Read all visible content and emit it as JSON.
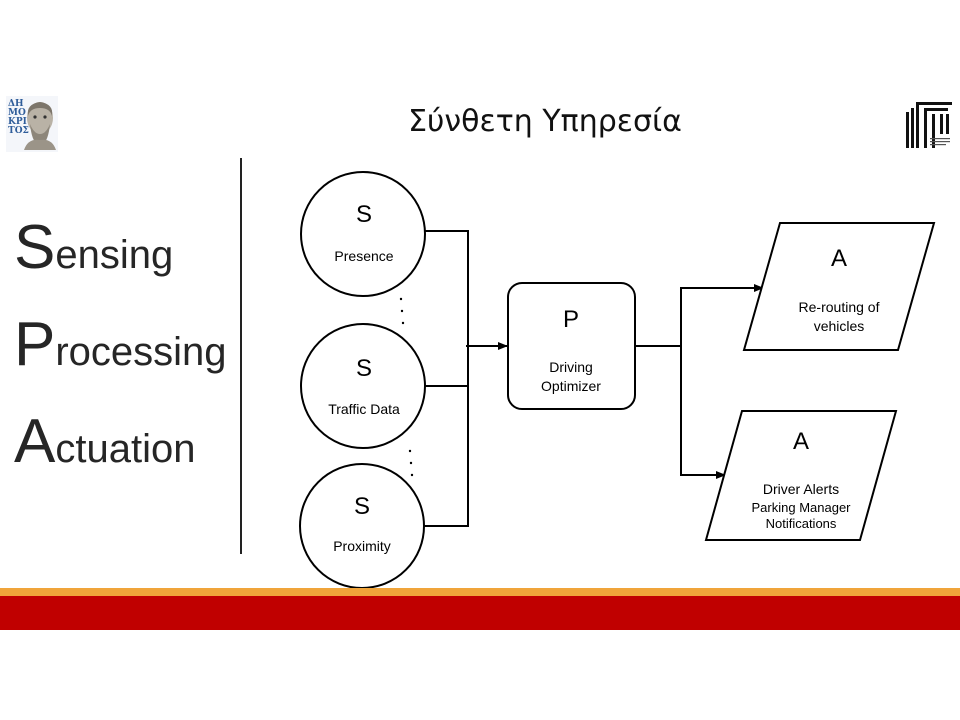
{
  "title": "Σύνθετη Υπηρεσία",
  "logo_left": {
    "letters": [
      "ΔΗ",
      "ΜΟ",
      "ΚΡΙ",
      "ΤΟΣ"
    ]
  },
  "spa": {
    "sensing": {
      "initial": "S",
      "rest": "ensing"
    },
    "processing": {
      "initial": "P",
      "rest": "rocessing"
    },
    "actuation": {
      "initial": "A",
      "rest": "ctuation"
    }
  },
  "sensors": [
    {
      "letter": "S",
      "label": "Presence"
    },
    {
      "letter": "S",
      "label": "Traffic Data"
    },
    {
      "letter": "S",
      "label": "Proximity"
    }
  ],
  "processor": {
    "letter": "P",
    "label_line1": "Driving",
    "label_line2": "Optimizer"
  },
  "actuators": [
    {
      "letter": "A",
      "label_line1": "Re-routing of",
      "label_line2": "vehicles",
      "label_line3": ""
    },
    {
      "letter": "A",
      "label_line1": "Driver Alerts",
      "label_line2": "Parking Manager",
      "label_line3": "Notifications"
    }
  ],
  "colors": {
    "band_orange": "#f0a43a",
    "band_red": "#c00000",
    "logo_blue": "#2f5d9a"
  }
}
